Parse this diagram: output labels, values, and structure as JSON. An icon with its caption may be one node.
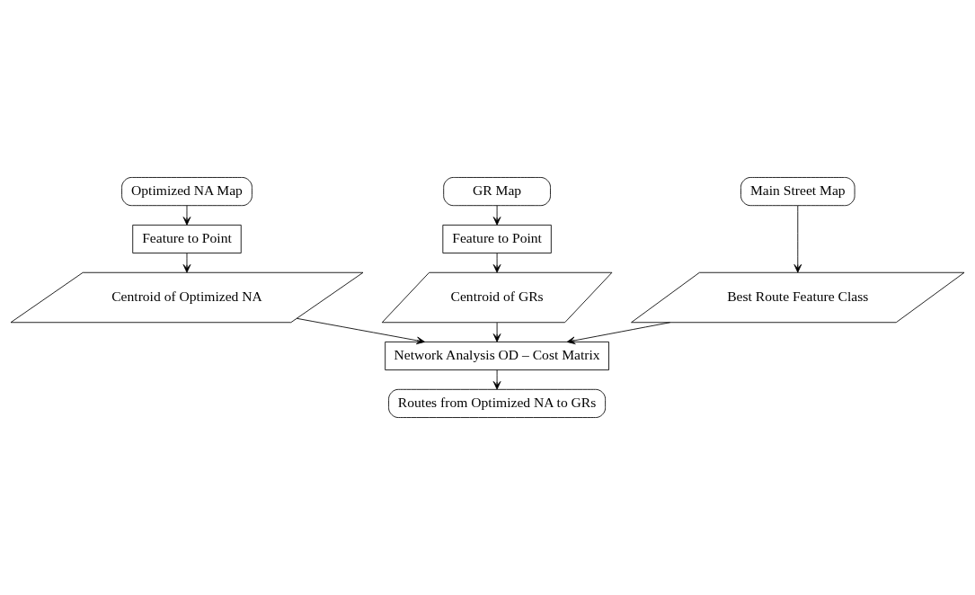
{
  "diagram": {
    "nodes": [
      {
        "text": [
          "Optimized NA Map"
        ]
      },
      {
        "text": [
          "GR Map"
        ]
      },
      {
        "text": [
          "Main Street Map"
        ]
      },
      {
        "text": [
          "Feature to Point"
        ]
      },
      {
        "text": [
          "Feature to Point"
        ]
      },
      {
        "text": [
          "Centroid of Optimized NA"
        ]
      },
      {
        "text": [
          "Centroid of GRs"
        ]
      },
      {
        "text": [
          "Best Route Feature Class"
        ]
      },
      {
        "text": [
          "Network Analysis OD – Cost Matrix"
        ]
      },
      {
        "text": [
          "Routes from Optimized NA to GRs"
        ]
      }
    ],
    "edges": [
      {
        "from": 0,
        "to": 3,
        "arrow": "to"
      },
      {
        "from": 1,
        "to": 4,
        "arrow": "to"
      },
      {
        "from": 2,
        "to": 7,
        "arrow": "to"
      },
      {
        "from": 3,
        "to": 5,
        "arrow": "to"
      },
      {
        "from": 4,
        "to": 6,
        "arrow": "to"
      },
      {
        "from": 5,
        "to": 8,
        "arrow": "to"
      },
      {
        "from": 6,
        "to": 8,
        "arrow": "to"
      },
      {
        "from": 7,
        "to": 8,
        "arrow": "to"
      },
      {
        "from": 8,
        "to": 9,
        "arrow": "to"
      }
    ]
  }
}
